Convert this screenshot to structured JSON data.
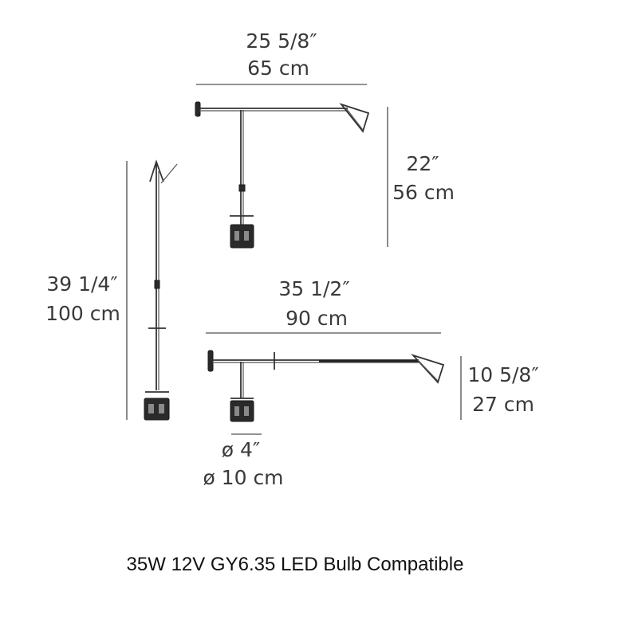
{
  "dimensions": {
    "top_width_in": "25 5/8″",
    "top_width_cm": "65 cm",
    "top_height_in": "22″",
    "top_height_cm": "56 cm",
    "vertical_height_in": "39 1/4″",
    "vertical_height_cm": "100 cm",
    "extended_width_in": "35 1/2″",
    "extended_width_cm": "90 cm",
    "extended_height_in": "10 5/8″",
    "extended_height_cm": "27 cm",
    "base_diameter_in": "ø 4″",
    "base_diameter_cm": "ø 10 cm"
  },
  "caption": "35W 12V GY6.35 LED Bulb Compatible"
}
